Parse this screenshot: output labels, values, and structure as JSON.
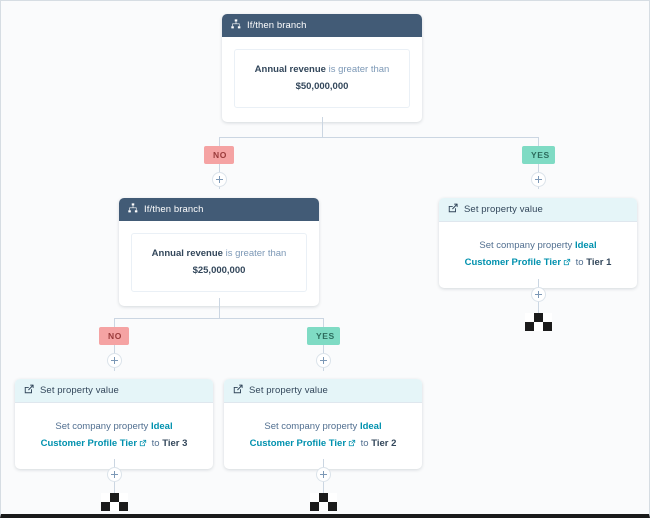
{
  "diagram": {
    "title": "Workflow branch diagram",
    "colors": {
      "branch_header_bg": "#425b76",
      "action_header_bg": "#e5f5f8",
      "no_badge_bg": "#f5a3a3",
      "yes_badge_bg": "#7fdbc4",
      "link": "#0091ae",
      "connector": "#cbd6e2",
      "canvas_bg": "#fafbfc"
    },
    "nodes": {
      "branch1": {
        "header": "If/then branch",
        "icon": "branch-icon",
        "condition_property": "Annual revenue",
        "condition_operator": "is greater than",
        "condition_value": "$50,000,000"
      },
      "branch2": {
        "header": "If/then branch",
        "icon": "branch-icon",
        "condition_property": "Annual revenue",
        "condition_operator": "is greater than",
        "condition_value": "$25,000,000"
      },
      "action_tier1": {
        "header": "Set property value",
        "icon": "edit-icon",
        "prefix": "Set company property",
        "property_link": "Ideal Customer Profile Tier",
        "middle": "to",
        "value": "Tier 1"
      },
      "action_tier2": {
        "header": "Set property value",
        "icon": "edit-icon",
        "prefix": "Set company property",
        "property_link": "Ideal Customer Profile Tier",
        "middle": "to",
        "value": "Tier 2"
      },
      "action_tier3": {
        "header": "Set property value",
        "icon": "edit-icon",
        "prefix": "Set company property",
        "property_link": "Ideal Customer Profile Tier",
        "middle": "to",
        "value": "Tier 3"
      }
    },
    "badges": {
      "branch1_no": "NO",
      "branch1_yes": "YES",
      "branch2_no": "NO",
      "branch2_yes": "YES"
    },
    "controls": {
      "add_step": "+"
    },
    "end_markers": {
      "label": "checkered-flag"
    }
  }
}
